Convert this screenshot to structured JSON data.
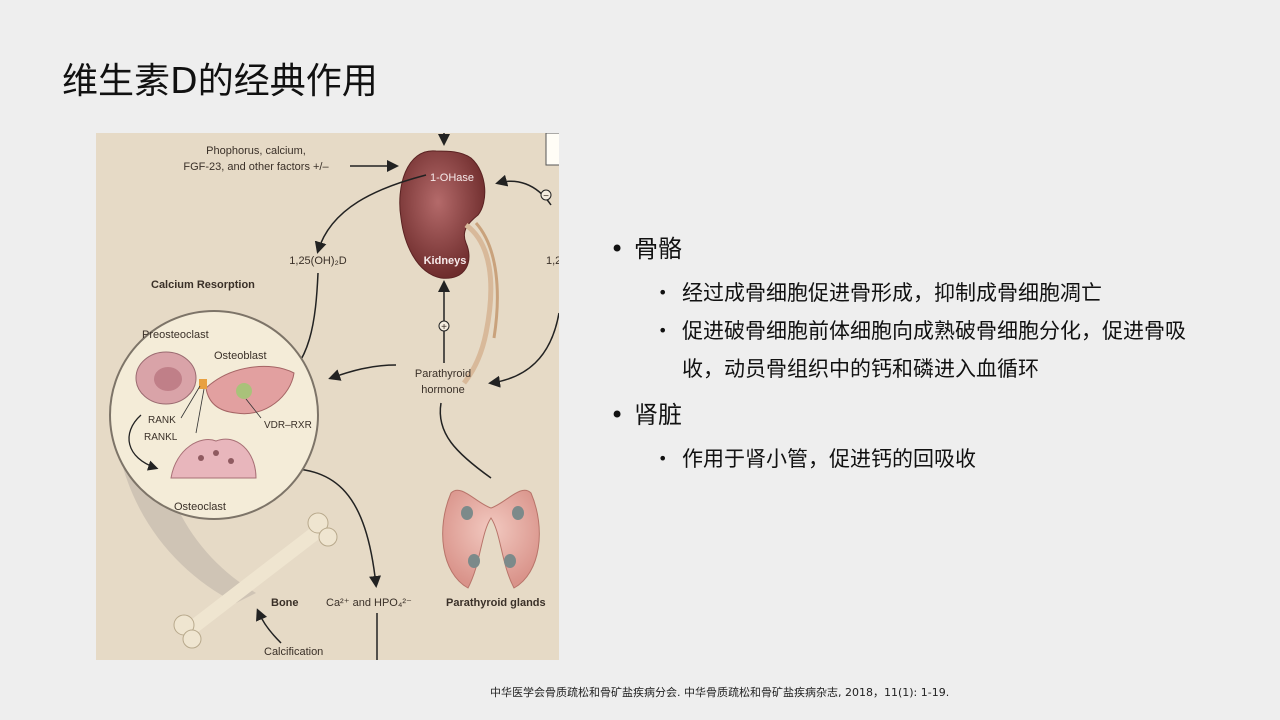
{
  "slide": {
    "title": "维生素D的经典作用",
    "citation": "中华医学会骨质疏松和骨矿盐疾病分会. 中华骨质疏松和骨矿盐疾病杂志, 2018，11(1): 1-19."
  },
  "figure": {
    "labels": {
      "factors_line1": "Phophorus, calcium,",
      "factors_line2": "FGF-23, and other factors +/–",
      "ohase": "1-OHase",
      "kidneys": "Kidneys",
      "calcitriol": "1,25(OH)₂D",
      "calcitriol_right": "1,2",
      "calcium_resorption": "Calcium Resorption",
      "preosteoclast": "Preosteoclast",
      "osteoblast": "Osteoblast",
      "rank": "RANK",
      "rankl": "RANKL",
      "vdr_rxr": "VDR–RXR",
      "osteoclast": "Osteoclast",
      "pth_line1": "Parathyroid",
      "pth_line2": "hormone",
      "bone": "Bone",
      "ca_hpo4": "Ca²⁺ and HPO₄²⁻",
      "parathyroid_glands": "Parathyroid glands",
      "calcification": "Calcification",
      "plus": "+",
      "minus": "−"
    }
  },
  "content": {
    "sections": [
      {
        "heading": "骨骼",
        "items": [
          "经过成骨细胞促进骨形成，抑制成骨细胞凋亡",
          "促进破骨细胞前体细胞向成熟破骨细胞分化，促进骨吸收，动员骨组织中的钙和磷进入血循环"
        ]
      },
      {
        "heading": "肾脏",
        "items": [
          "作用于肾小管，促进钙的回吸收"
        ]
      }
    ]
  }
}
